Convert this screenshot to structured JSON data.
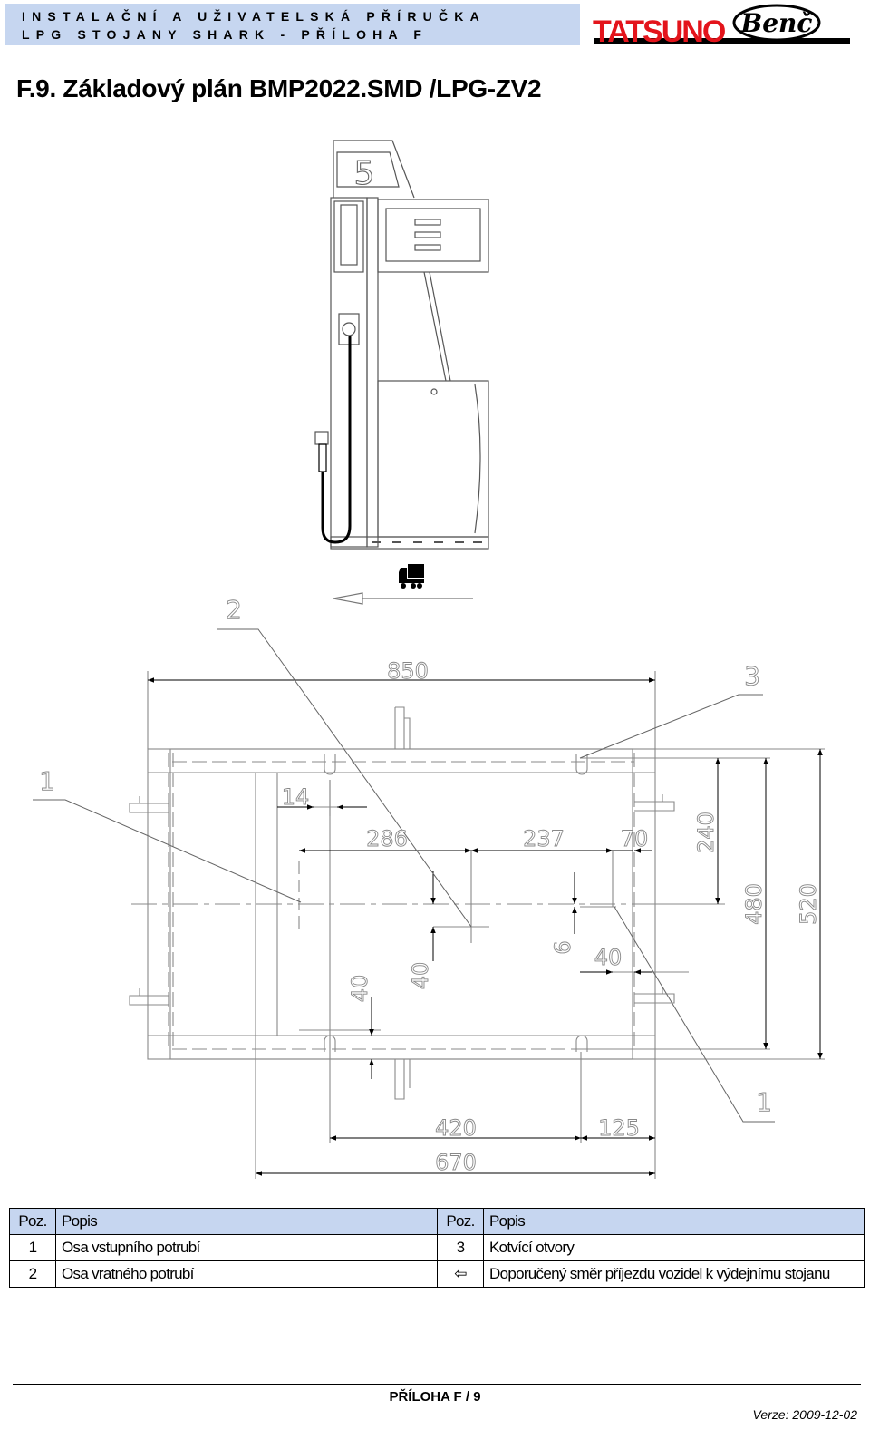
{
  "header": {
    "line1": "INSTALAČNÍ A UŽIVATELSKÁ PŘÍRUČKA",
    "line2": "LPG STOJANY SHARK - PŘÍLOHA F",
    "logo_brand": "TATSUNO",
    "logo_partner": "Benč",
    "brand_color": "#e3141b",
    "band_color": "#c6d6f0"
  },
  "title": "F.9. Základový plán BMP2022.SMD /LPG-ZV2",
  "drawing": {
    "dispenser_number": "5",
    "callouts": [
      "1",
      "2",
      "3",
      "1"
    ],
    "dimensions": {
      "d850": "850",
      "d14": "14",
      "d286": "286",
      "d237": "237",
      "d70": "70",
      "d240": "240",
      "d480": "480",
      "d520": "520",
      "d6": "6",
      "d40a": "40",
      "d40b": "40",
      "d40c": "40",
      "d420": "420",
      "d125": "125",
      "d670": "670"
    },
    "truck_icon": "truck-icon"
  },
  "legend": {
    "headers": [
      "Poz.",
      "Popis",
      "Poz.",
      "Popis"
    ],
    "rows": [
      {
        "pos1": "1",
        "desc1": "Osa vstupního potrubí",
        "pos2": "3",
        "desc2": "Kotvící otvory"
      },
      {
        "pos1": "2",
        "desc1": "Osa vratného potrubí",
        "pos2": "⇦",
        "desc2": "Doporučený směr příjezdu vozidel k výdejnímu stojanu"
      }
    ]
  },
  "footer": {
    "page": "PŘÍLOHA F  / 9",
    "version": "Verze: 2009-12-02"
  }
}
